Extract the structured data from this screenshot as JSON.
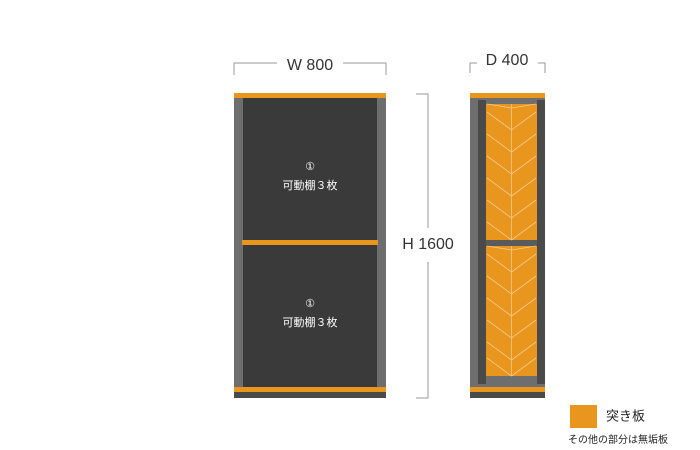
{
  "dimensions": {
    "width_label": "W 800",
    "depth_label": "D 400",
    "height_label": "H 1600"
  },
  "front_view": {
    "upper_compartment": {
      "number": "①",
      "text": "可動棚３枚"
    },
    "lower_compartment": {
      "number": "①",
      "text": "可動棚３枚"
    }
  },
  "legend": {
    "swatch_label": "突き板",
    "note": "その他の部分は無垢板"
  },
  "colors": {
    "body_dark": "#3a3a3a",
    "side_gray": "#6e6e6e",
    "veneer_orange": "#e8961e",
    "dimension_line": "#999999"
  }
}
